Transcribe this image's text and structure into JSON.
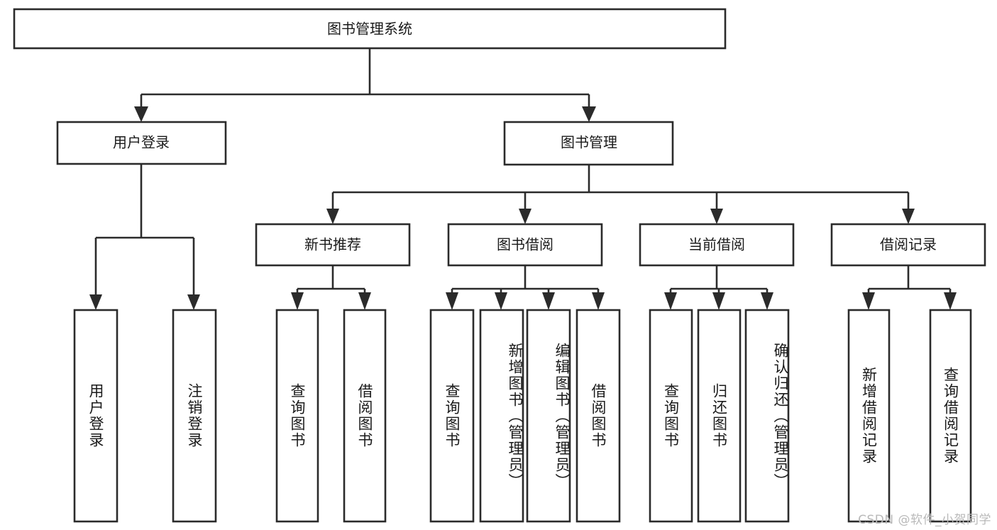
{
  "diagram": {
    "title_node": {
      "label": "图书管理系统"
    },
    "level2": [
      {
        "id": "user-login",
        "label": "用户登录"
      },
      {
        "id": "book-manage",
        "label": "图书管理"
      }
    ],
    "level3": [
      {
        "id": "new-book-rec",
        "label": "新书推荐"
      },
      {
        "id": "book-borrow",
        "label": "图书借阅"
      },
      {
        "id": "current-borrow",
        "label": "当前借阅"
      },
      {
        "id": "borrow-record",
        "label": "借阅记录"
      }
    ],
    "leaves": {
      "user_login": [
        {
          "id": "leaf-user-login",
          "label": "用户登录"
        },
        {
          "id": "leaf-logout-login",
          "label": "注销登录"
        }
      ],
      "new_book_rec": [
        {
          "id": "leaf-query-book-1",
          "label": "查询图书"
        },
        {
          "id": "leaf-borrow-book-1",
          "label": "借阅图书"
        }
      ],
      "book_borrow": [
        {
          "id": "leaf-query-book-2",
          "label": "查询图书"
        },
        {
          "id": "leaf-add-book",
          "label": "新增图书（管理员）"
        },
        {
          "id": "leaf-edit-book",
          "label": "编辑图书（管理员）"
        },
        {
          "id": "leaf-borrow-book-2",
          "label": "借阅图书"
        }
      ],
      "current_borrow": [
        {
          "id": "leaf-query-book-3",
          "label": "查询图书"
        },
        {
          "id": "leaf-return-book",
          "label": "归还图书"
        },
        {
          "id": "leaf-confirm-return",
          "label": "确认归还（管理员）"
        }
      ],
      "borrow_record": [
        {
          "id": "leaf-add-record",
          "label": "新增借阅记录"
        },
        {
          "id": "leaf-query-record",
          "label": "查询借阅记录"
        }
      ]
    }
  },
  "watermark": {
    "text": "CSDN @软件_小贺同学"
  },
  "colors": {
    "stroke": "#2b2b2b",
    "fill": "#ffffff",
    "text": "#1a1a1a",
    "watermark": "#b9b9b9"
  }
}
